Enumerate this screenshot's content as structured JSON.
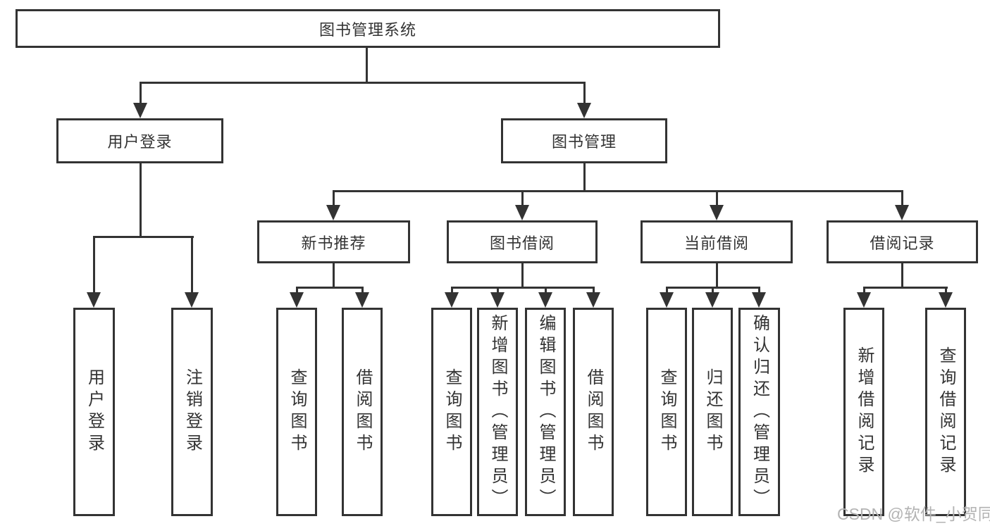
{
  "diagram": {
    "title": "图书管理系统",
    "root": {
      "label": "图书管理系统"
    },
    "level2": [
      {
        "label": "用户登录"
      },
      {
        "label": "图书管理"
      }
    ],
    "level3": [
      {
        "label": "新书推荐"
      },
      {
        "label": "图书借阅"
      },
      {
        "label": "当前借阅"
      },
      {
        "label": "借阅记录"
      }
    ],
    "leaves": [
      {
        "label": "用户登录"
      },
      {
        "label": "注销登录"
      },
      {
        "label": "查询图书"
      },
      {
        "label": "借阅图书"
      },
      {
        "label": "查询图书"
      },
      {
        "label": "新增图书（管理员）"
      },
      {
        "label": "编辑图书（管理员）"
      },
      {
        "label": "借阅图书"
      },
      {
        "label": "查询图书"
      },
      {
        "label": "归还图书"
      },
      {
        "label": "确认归还（管理员）"
      },
      {
        "label": "新增借阅记录"
      },
      {
        "label": "查询借阅记录"
      }
    ],
    "edges": [
      {
        "parent": "图书管理系统",
        "children": [
          "用户登录",
          "图书管理"
        ]
      },
      {
        "parent": "用户登录",
        "children": [
          "用户登录",
          "注销登录"
        ]
      },
      {
        "parent": "图书管理",
        "children": [
          "新书推荐",
          "图书借阅",
          "当前借阅",
          "借阅记录"
        ]
      },
      {
        "parent": "新书推荐",
        "children": [
          "查询图书",
          "借阅图书"
        ]
      },
      {
        "parent": "图书借阅",
        "children": [
          "查询图书",
          "新增图书（管理员）",
          "编辑图书（管理员）",
          "借阅图书"
        ]
      },
      {
        "parent": "当前借阅",
        "children": [
          "查询图书",
          "归还图书",
          "确认归还（管理员）"
        ]
      },
      {
        "parent": "借阅记录",
        "children": [
          "新增借阅记录",
          "查询借阅记录"
        ]
      }
    ],
    "colors": {
      "line": "#333333",
      "box_border": "#333333",
      "text": "#333333",
      "background": "#ffffff",
      "watermark_text": "#b3b3b3"
    },
    "watermark": "CSDN @软件_小贺同学"
  }
}
